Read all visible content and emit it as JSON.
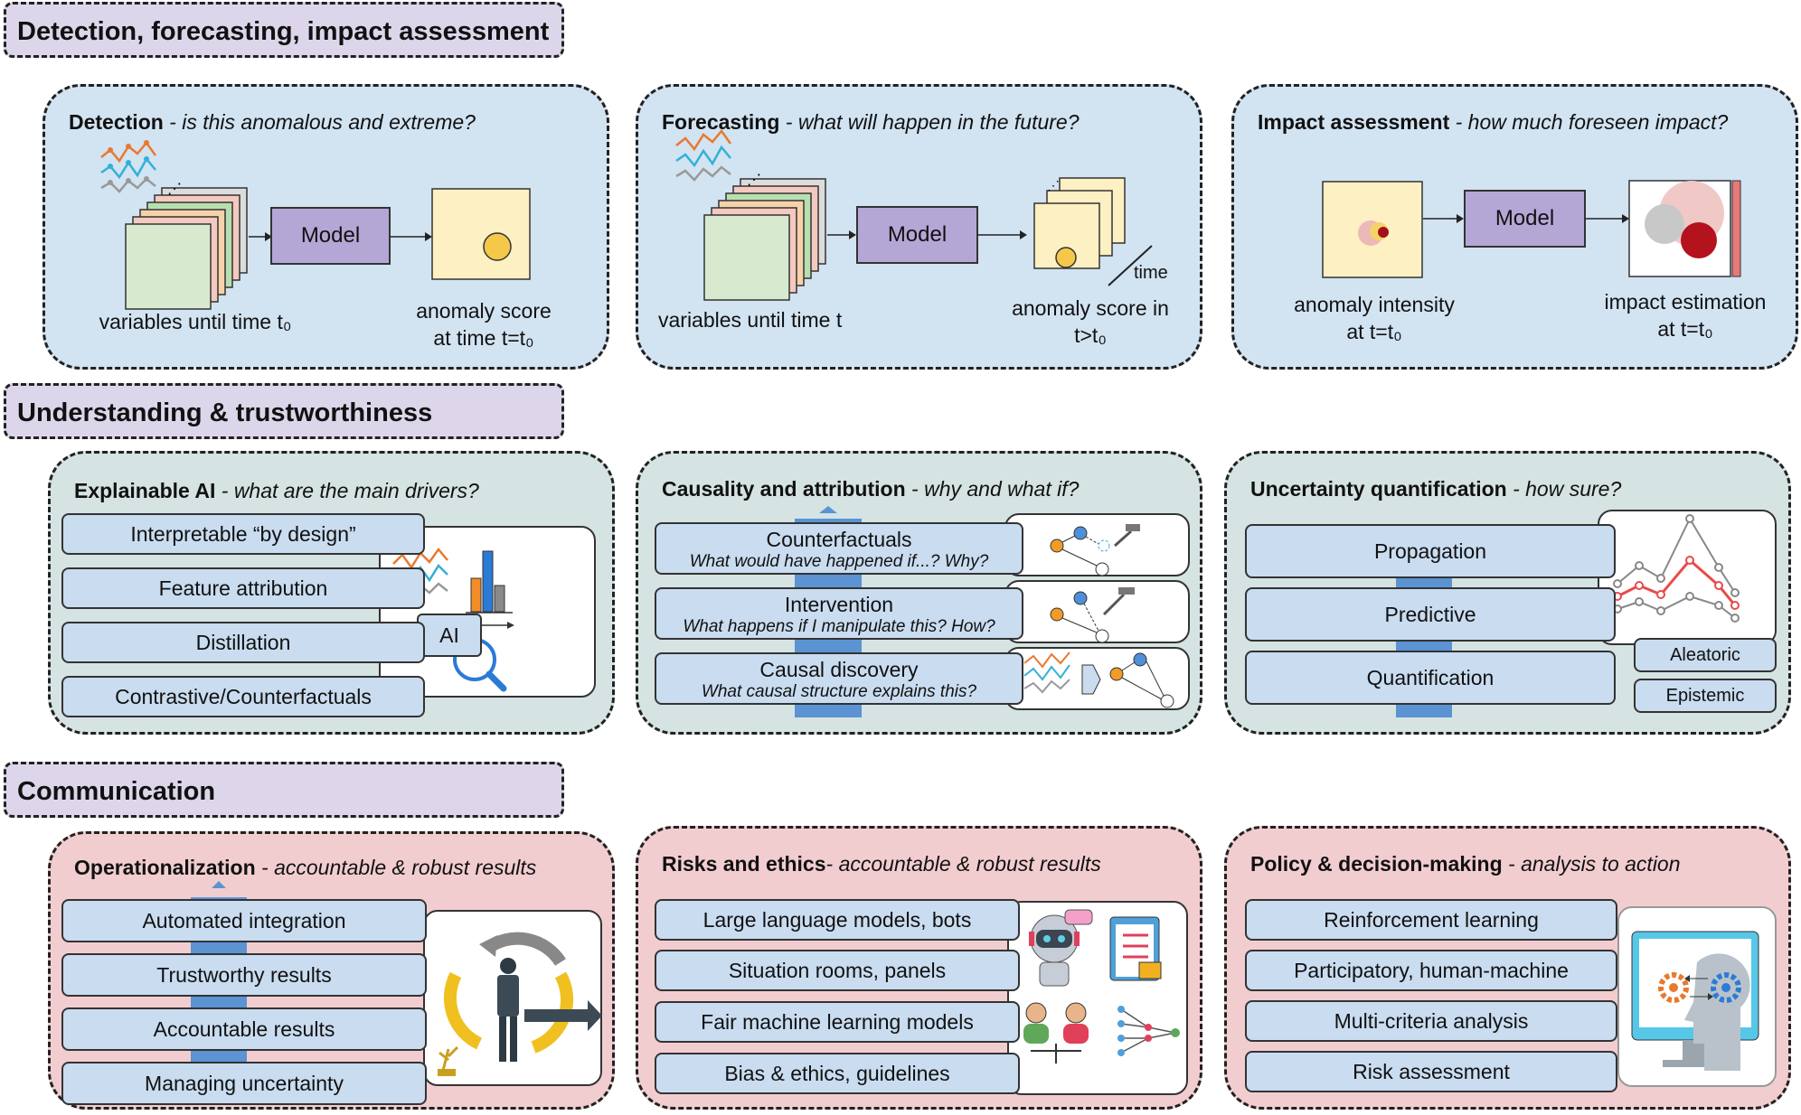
{
  "sections": {
    "detection": "Detection, forecasting, impact assessment",
    "understanding": "Understanding & trustworthiness",
    "communication": "Communication"
  },
  "detection_panel": {
    "title": "Detection",
    "subtitle": " - is this anomalous and extreme?",
    "model": "Model",
    "caption_left": "variables until time t₀",
    "caption_right_1": "anomaly score",
    "caption_right_2": "at time t=t₀"
  },
  "forecasting_panel": {
    "title": "Forecasting",
    "subtitle": " - what will happen in the future?",
    "model": "Model",
    "caption_left": "variables until time t",
    "time_label": "time",
    "caption_right_1": "anomaly score in",
    "caption_right_2": "t>t₀"
  },
  "impact_panel": {
    "title": "Impact assessment",
    "subtitle": " - how much foreseen impact?",
    "model": "Model",
    "caption_left_1": "anomaly intensity",
    "caption_left_2": "at t=t₀",
    "caption_right_1": "impact estimation",
    "caption_right_2": "at t=t₀"
  },
  "xai_panel": {
    "title": "Explainable AI",
    "subtitle": " - what are the main drivers?",
    "items": [
      "Interpretable “by design”",
      "Feature attribution",
      "Distillation",
      "Contrastive/Counterfactuals"
    ],
    "ai_label": "AI"
  },
  "causality_panel": {
    "title": "Causality and attribution",
    "subtitle": " - why and what if?",
    "items": [
      {
        "label": "Counterfactuals",
        "question": "What would have happened if...? Why?"
      },
      {
        "label": "Intervention",
        "question": "What happens if I manipulate this? How?"
      },
      {
        "label": "Causal discovery",
        "question": "What causal structure explains this?"
      }
    ]
  },
  "uncertainty_panel": {
    "title": "Uncertainty quantification",
    "subtitle": " - how sure?",
    "items": [
      "Propagation",
      "Predictive",
      "Quantification"
    ],
    "side_items": [
      "Aleatoric",
      "Epistemic"
    ]
  },
  "operational_panel": {
    "title": "Operationalization",
    "subtitle": " - accountable & robust results",
    "items": [
      "Automated integration",
      "Trustworthy results",
      "Accountable results",
      "Managing uncertainty"
    ]
  },
  "risks_panel": {
    "title": "Risks and ethics",
    "subtitle": "- accountable & robust results",
    "items": [
      "Large language models, bots",
      "Situation rooms, panels",
      "Fair machine learning models",
      "Bias & ethics, guidelines"
    ]
  },
  "policy_panel": {
    "title": "Policy & decision-making",
    "subtitle": " - analysis to action",
    "items": [
      "Reinforcement learning",
      "Participatory, human-machine",
      "Multi-criteria analysis",
      "Risk assessment"
    ]
  }
}
